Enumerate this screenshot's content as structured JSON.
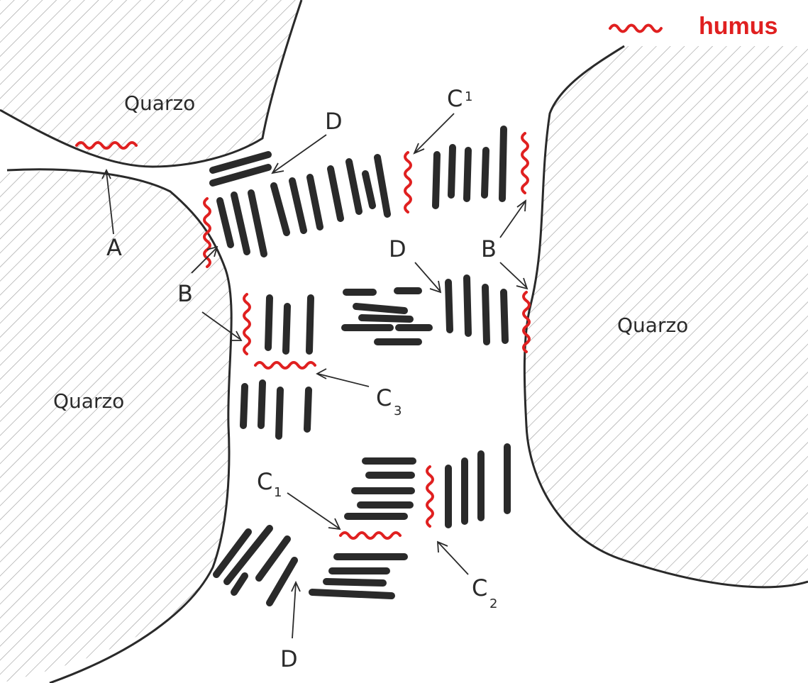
{
  "legend": {
    "label": "humus",
    "color": "#e02020"
  },
  "labels": {
    "quartz_top_left": "Quarzo",
    "quartz_left": "Quarzo",
    "quartz_right": "Quarzo",
    "a": "A",
    "b_left": "B",
    "b_right": "B",
    "c1_top": "C",
    "c1_top_sub": "1",
    "c1_bottom": "C",
    "c1_bottom_sub": "1",
    "c2": "C",
    "c2_sub": "2",
    "c3": "C",
    "c3_sub": "3",
    "d_top": "D",
    "d_mid": "D",
    "d_bottom": "D"
  },
  "colors": {
    "ink": "#2a2a2a",
    "hatch": "#9a9a9a",
    "humus": "#e02020"
  }
}
